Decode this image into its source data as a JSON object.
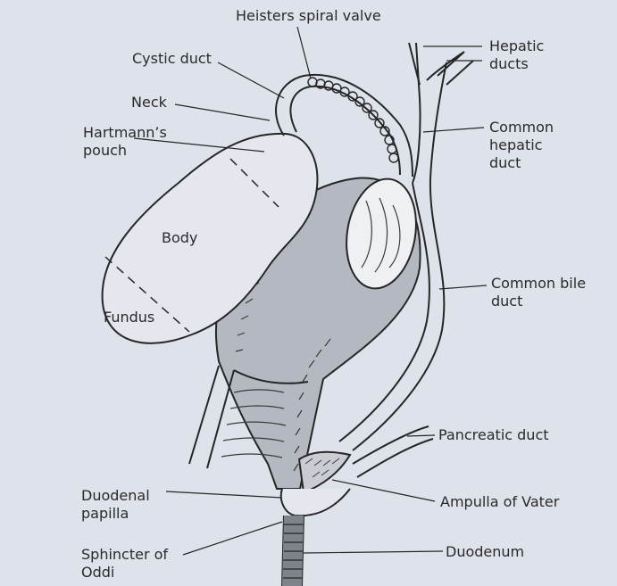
{
  "labels": {
    "heisters_spiral_valve": "Heisters spiral valve",
    "cystic_duct": "Cystic duct",
    "neck": "Neck",
    "hartmanns_pouch_l1": "Hartmann’s",
    "hartmanns_pouch_l2": "pouch",
    "body": "Body",
    "fundus": "Fundus",
    "hepatic_ducts_l1": "Hepatic",
    "hepatic_ducts_l2": "ducts",
    "common_hepatic_duct_l1": "Common",
    "common_hepatic_duct_l2": "hepatic",
    "common_hepatic_duct_l3": "duct",
    "common_bile_duct_l1": "Common bile",
    "common_bile_duct_l2": "duct",
    "pancreatic_duct": "Pancreatic duct",
    "ampulla_of_vater": "Ampulla of Vater",
    "duodenum": "Duodenum",
    "duodenal_papilla_l1": "Duodenal",
    "duodenal_papilla_l2": "papilla",
    "sphincter_of_oddi_l1": "Sphincter of",
    "sphincter_of_oddi_l2": "Oddi"
  },
  "colors": {
    "background": "#dde2eb",
    "line": "#262626",
    "duodenum_fill": "#b4b8c0"
  }
}
